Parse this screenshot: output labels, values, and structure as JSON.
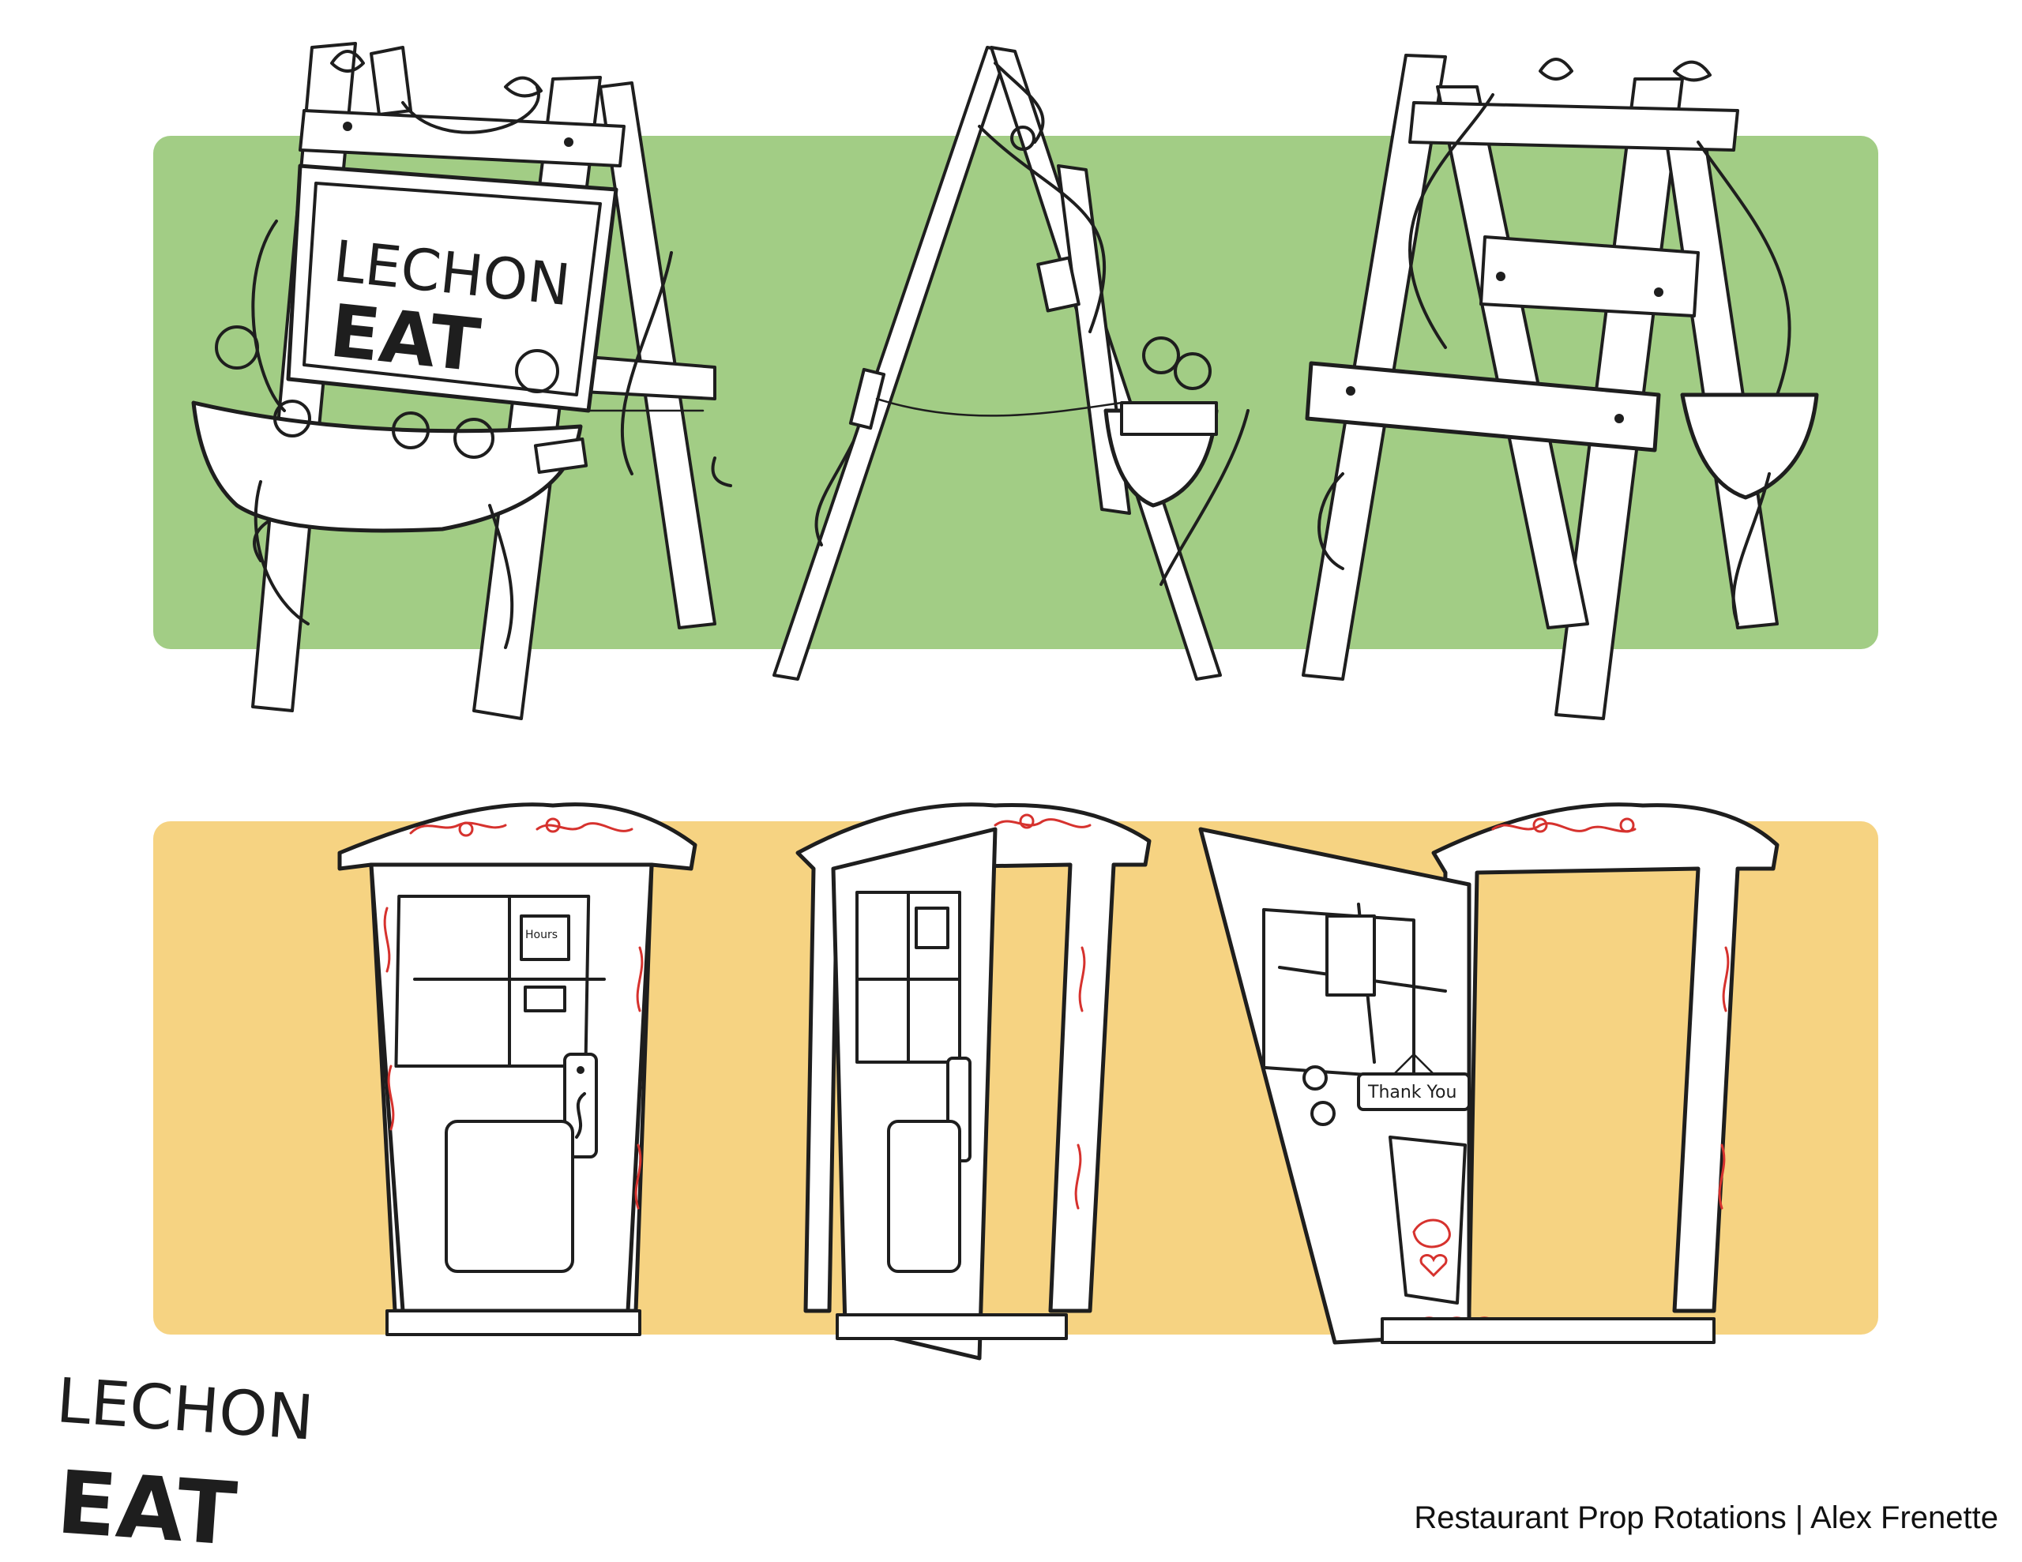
{
  "sign": {
    "line1": "LECHON",
    "line2": "EAT"
  },
  "door": {
    "hours_note": "Hours",
    "thank_you": "Thank You"
  },
  "logo": {
    "line1": "LECHON",
    "line2": "EAT"
  },
  "caption": "Restaurant Prop Rotations | Alex Frenette",
  "colors": {
    "green_band": "#a2cd85",
    "yellow_band": "#f6d382",
    "ink": "#1e1e1e",
    "ornament_red": "#d6322e"
  }
}
